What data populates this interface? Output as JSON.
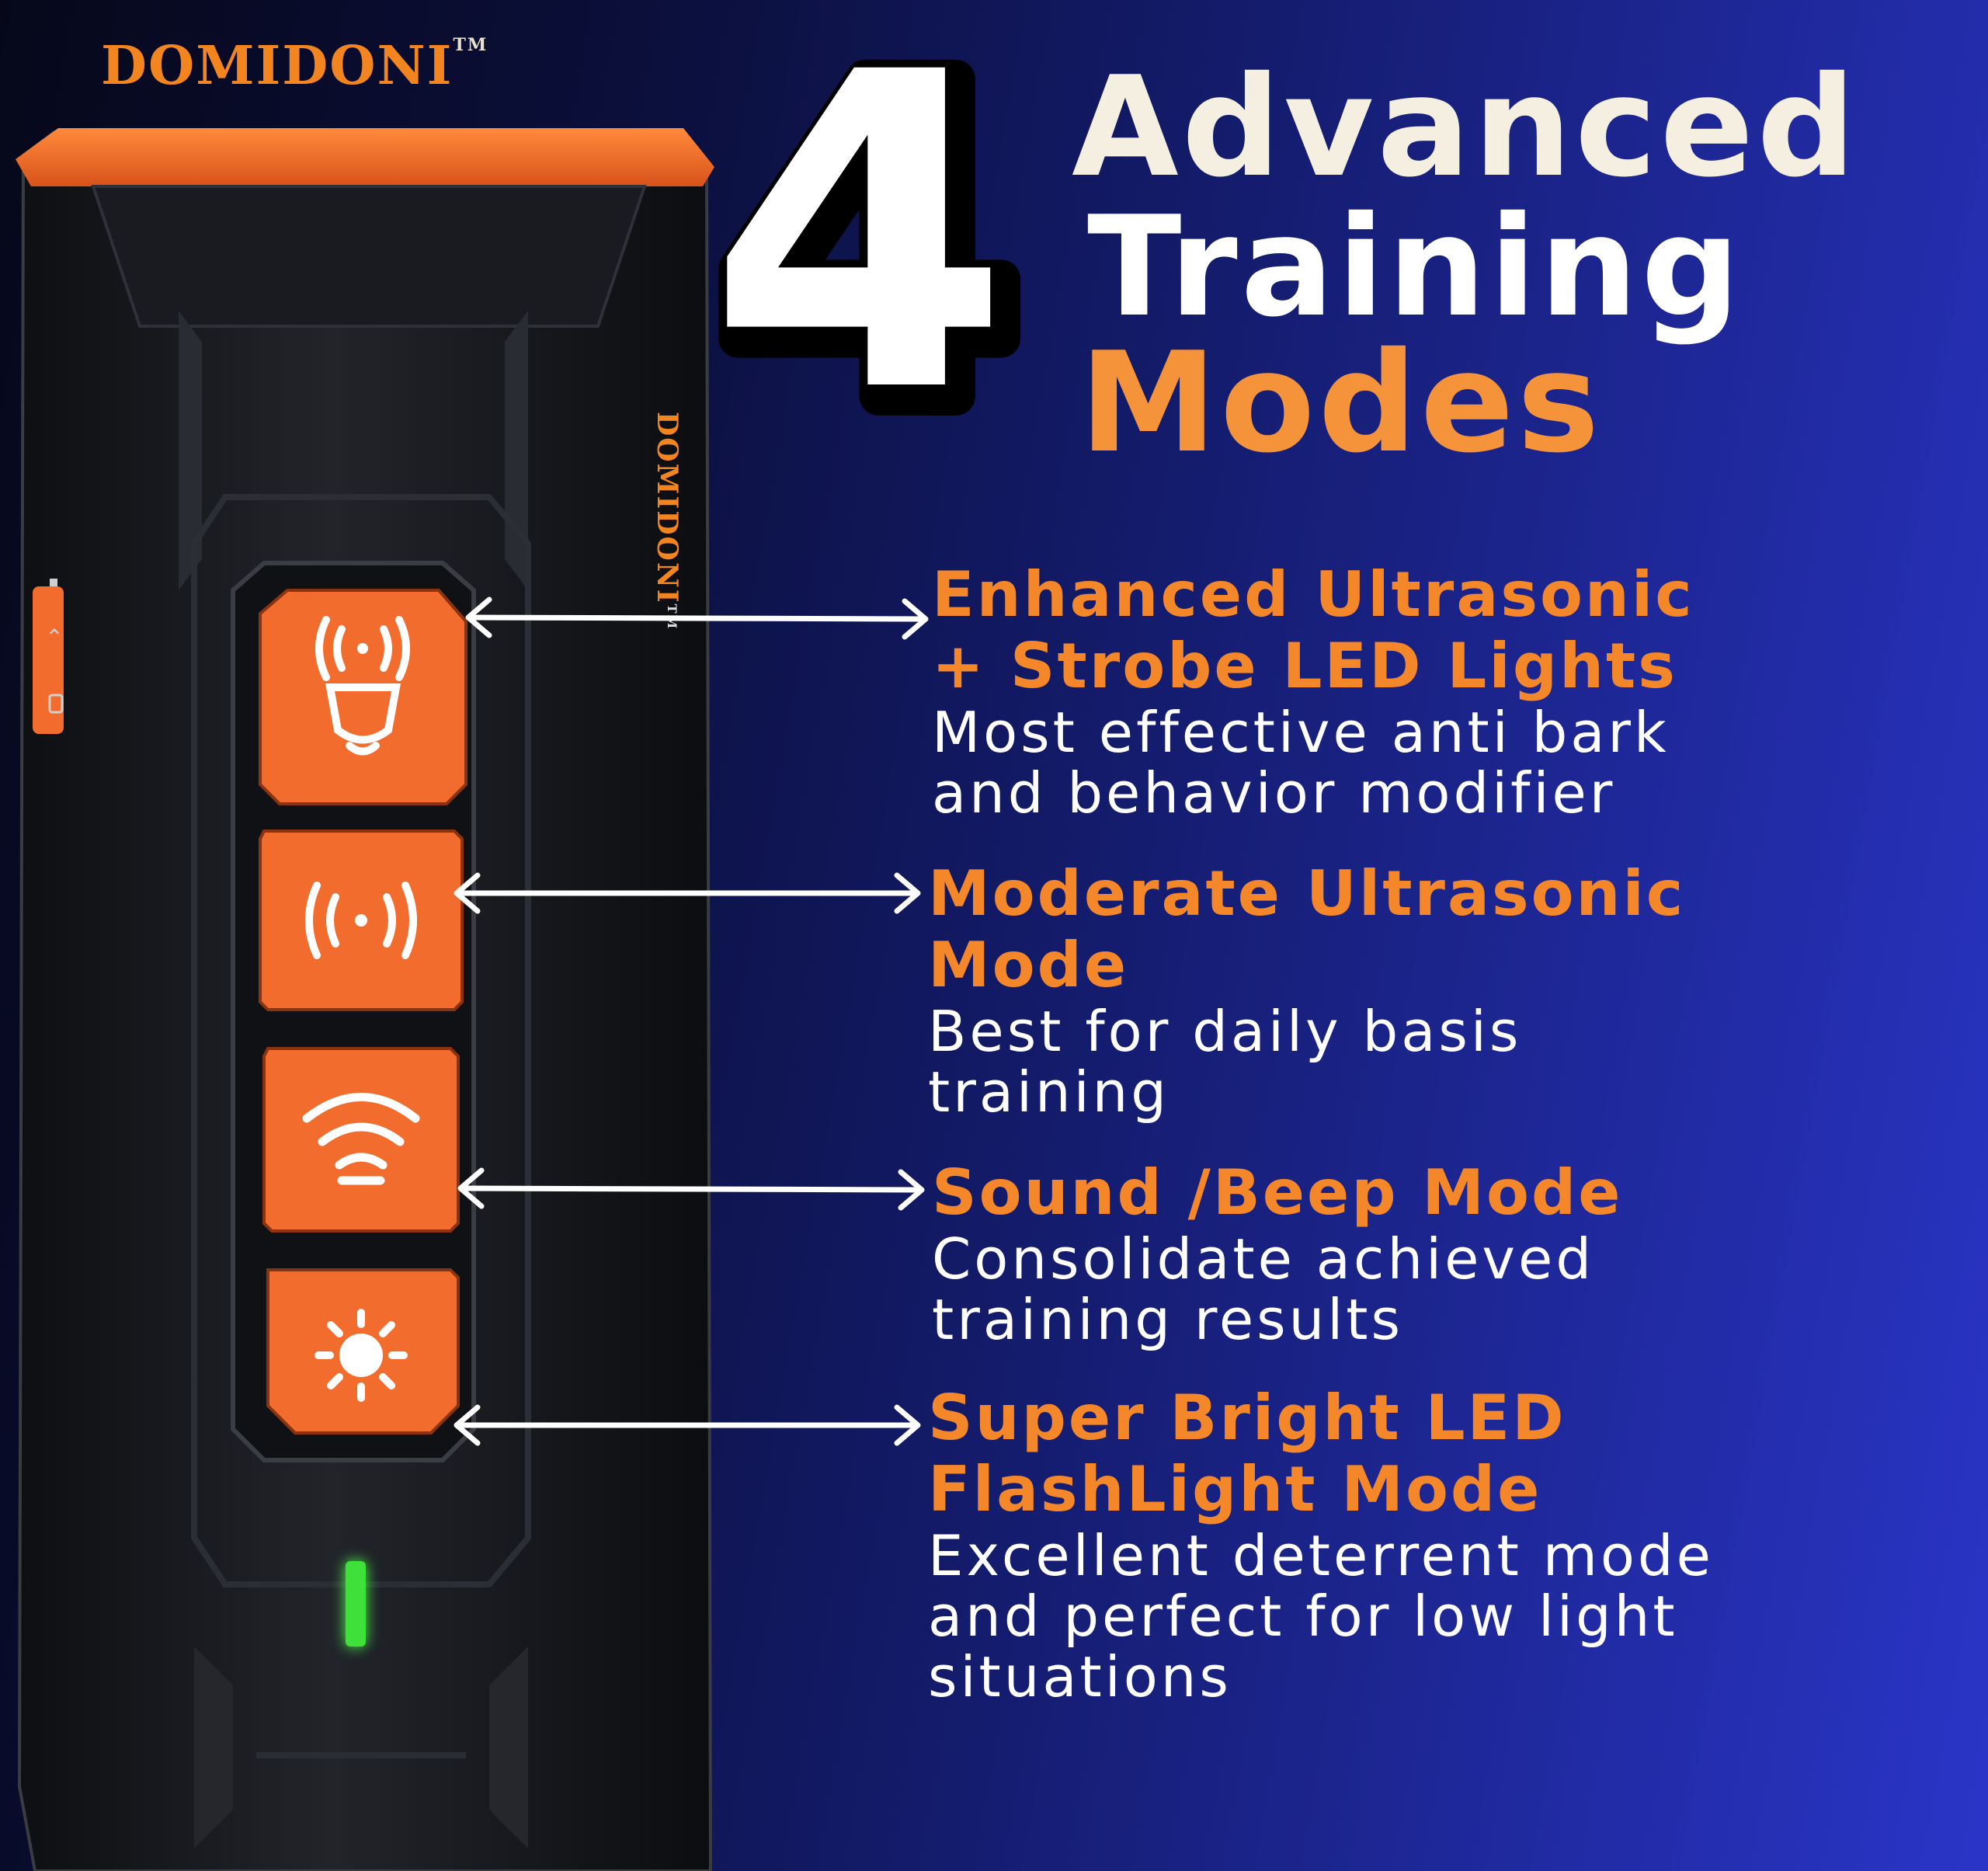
{
  "brand": {
    "name": "DOMIDONI",
    "tm": "TM"
  },
  "headline": {
    "number": "4",
    "line1": "Advanced",
    "line2": "Training",
    "line3": "Modes"
  },
  "device": {
    "side_brand": "DOMIDONI",
    "side_tm": "TM"
  },
  "modes": [
    {
      "title_line1": "Enhanced Ultrasonic",
      "title_line2": "+ Strobe LED Lights",
      "desc_line1": "Most effective anti bark",
      "desc_line2": "and behavior modifier",
      "icon": "ultrasonic-strobe-icon"
    },
    {
      "title_line1": "Moderate Ultrasonic",
      "title_line2": "Mode",
      "desc_line1": "Best for daily basis",
      "desc_line2": "training",
      "icon": "ultrasonic-icon"
    },
    {
      "title_line1": "Sound /Beep Mode",
      "desc_line1": "Consolidate achieved",
      "desc_line2": "training results",
      "icon": "sound-beep-icon"
    },
    {
      "title_line1": "Super Bright LED",
      "title_line2": "FlashLight Mode",
      "desc_line1": "Excellent deterrent mode",
      "desc_line2": "and perfect for low light",
      "desc_line3": "situations",
      "icon": "flashlight-icon"
    }
  ],
  "colors": {
    "accent": "#f4872a",
    "device_body": "#15161a",
    "button": "#f26c2e",
    "led": "#3fe03a"
  }
}
